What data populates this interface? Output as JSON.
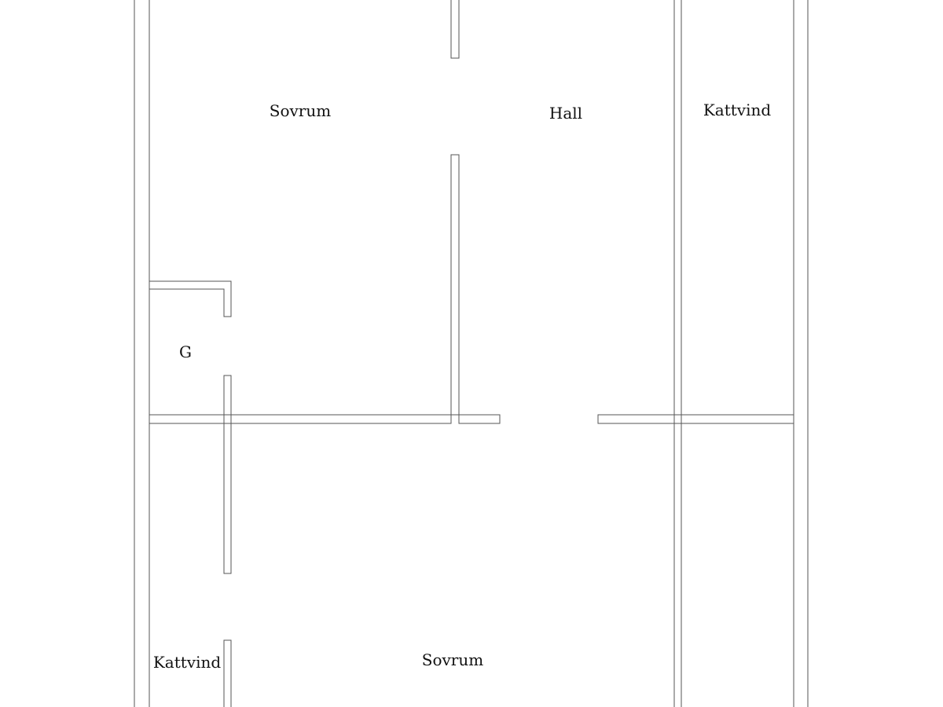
{
  "floor_plan": {
    "rooms": [
      {
        "id": "bedroom-top",
        "label": "Sovrum"
      },
      {
        "id": "hall",
        "label": "Hall"
      },
      {
        "id": "attic-right",
        "label": "Kattvind"
      },
      {
        "id": "closet",
        "label": "G"
      },
      {
        "id": "attic-left",
        "label": "Kattvind"
      },
      {
        "id": "bedroom-bottom",
        "label": "Sovrum"
      }
    ],
    "colors": {
      "wall_stroke": "#555555",
      "background": "#ffffff",
      "text": "#111111"
    }
  }
}
